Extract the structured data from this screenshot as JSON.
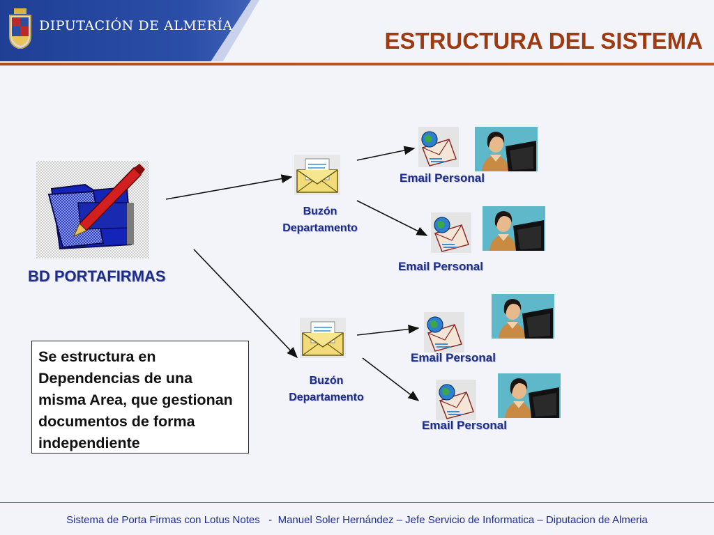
{
  "header": {
    "organization": "DIPUTACIÓN DE ALMERÍA",
    "title": "ESTRUCTURA DEL SISTEMA"
  },
  "diagram": {
    "database_label": "BD PORTAFIRMAS",
    "departments": [
      {
        "label_line1": "Buzón",
        "label_line2": "Departamento"
      },
      {
        "label_line1": "Buzón",
        "label_line2": "Departamento"
      }
    ],
    "emails": [
      {
        "label": "Email Personal"
      },
      {
        "label": "Email Personal"
      },
      {
        "label": "Email Personal"
      },
      {
        "label": "Email Personal"
      }
    ],
    "description": "Se estructura en Dependencias de una misma Area, que gestionan documentos de forma independiente"
  },
  "footer": {
    "text": "Sistema de Porta Firmas con Lotus Notes   -  Manuel Soler Hernández – Jefe Servicio de Informatica – Diputacion de Almeria"
  },
  "colors": {
    "title": "#9c3a12",
    "label_blue": "#1c2c88",
    "header_blue": "#1f3f95"
  }
}
